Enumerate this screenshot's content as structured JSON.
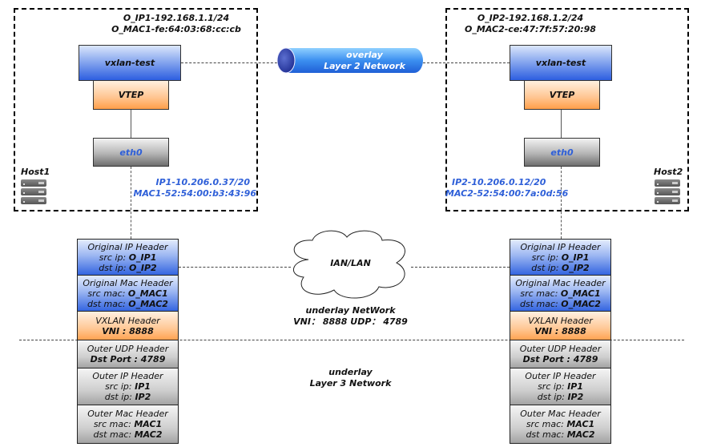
{
  "host1": {
    "name": "Host1",
    "overlay_ip": "O_IP1-192.168.1.1/24",
    "overlay_mac": "O_MAC1-fe:64:03:68:cc:cb",
    "vxlan_interface": "vxlan-test",
    "vtep": "VTEP",
    "physical_interface": "eth0",
    "underlay_ip": "IP1-10.206.0.37/20",
    "underlay_mac": "MAC1-52:54:00:b3:43:96"
  },
  "host2": {
    "name": "Host2",
    "overlay_ip": "O_IP2-192.168.1.2/24",
    "overlay_mac": "O_MAC2-ce:47:7f:57:20:98",
    "vxlan_interface": "vxlan-test",
    "vtep": "VTEP",
    "physical_interface": "eth0",
    "underlay_ip": "IP2-10.206.0.12/20",
    "underlay_mac": "MAC2-52:54:00:7a:0d:56"
  },
  "overlay_network": {
    "line1": "overlay",
    "line2": "Layer 2 Network"
  },
  "cloud": {
    "label": "IAN/LAN"
  },
  "underlay_network": {
    "line1": "underlay NetWork",
    "line2": "VNI： 8888 UDP： 4789"
  },
  "underlay_l3": {
    "line1": "underlay",
    "line2": "Layer 3 Network"
  },
  "packet": {
    "rows": [
      {
        "color": "blue",
        "title": "Original IP Header",
        "lines": [
          {
            "label": "src ip: ",
            "value": "O_IP1"
          },
          {
            "label": "dst ip: ",
            "value": "O_IP2"
          }
        ]
      },
      {
        "color": "blue",
        "title": "Original Mac Header",
        "lines": [
          {
            "label": "src mac: ",
            "value": "O_MAC1"
          },
          {
            "label": "dst mac: ",
            "value": "O_MAC2"
          }
        ]
      },
      {
        "color": "orange",
        "title": "VXLAN Header",
        "lines": [
          {
            "label": "",
            "value": "VNI : 8888"
          }
        ]
      },
      {
        "color": "gray",
        "title": "Outer UDP Header",
        "lines": [
          {
            "label": "",
            "value": "Dst Port : 4789"
          }
        ]
      },
      {
        "color": "gray",
        "title": "Outer IP Header",
        "lines": [
          {
            "label": "src ip: ",
            "value": "IP1"
          },
          {
            "label": "dst ip: ",
            "value": "IP2"
          }
        ]
      },
      {
        "color": "gray",
        "title": "Outer Mac Header",
        "lines": [
          {
            "label": "src mac: ",
            "value": "MAC1"
          },
          {
            "label": "dst mac: ",
            "value": "MAC2"
          }
        ]
      }
    ]
  },
  "colors": {
    "interface_text": "#2e5fd8",
    "overlay_blue": "#2d5ee0",
    "vtep_orange": "#ff9f4a"
  }
}
